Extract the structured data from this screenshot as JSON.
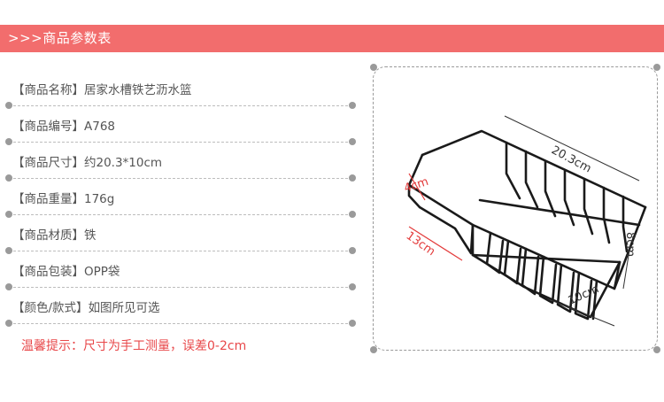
{
  "header": {
    "title": ">>>商品参数表"
  },
  "specs": [
    {
      "label": "【商品名称】",
      "value": "居家水槽铁艺沥水篮"
    },
    {
      "label": "【商品编号】",
      "value": "A768"
    },
    {
      "label": "【商品尺寸】",
      "value": "约20.3*10cm"
    },
    {
      "label": "【商品重量】",
      "value": "176g"
    },
    {
      "label": "【商品材质】",
      "value": "铁"
    },
    {
      "label": "【商品包装】",
      "value": "OPP袋"
    },
    {
      "label": "【颜色/款式】",
      "value": "如图所见可选"
    }
  ],
  "note": "温馨提示：尺寸为手工测量，误差0-2cm",
  "product_image": {
    "dimensions": {
      "length": "20.3cm",
      "width": "10cm",
      "height": "8cm",
      "depth": "13cm",
      "hook": "4cm"
    }
  },
  "colors": {
    "banner": "#f26d6d",
    "note": "#e8484a",
    "dimension_accent": "#e33b3b",
    "wire": "#1a1a1a"
  }
}
